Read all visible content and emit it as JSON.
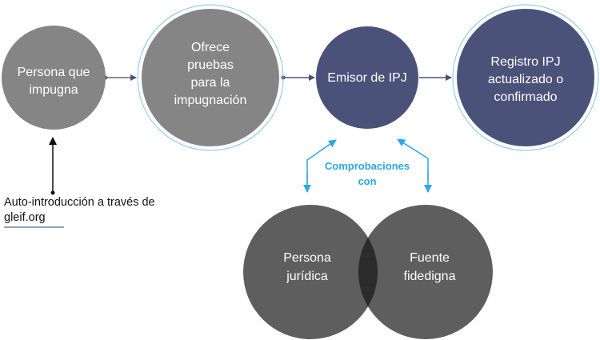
{
  "nodes": {
    "persona_impugna": [
      "Persona que",
      "impugna"
    ],
    "ofrece_pruebas": [
      "Ofrece",
      "pruebas",
      "para la",
      "impugnación"
    ],
    "emisor": [
      "Emisor de IPJ"
    ],
    "registro": [
      "Registro IPJ",
      "actualizado o",
      "confirmado"
    ],
    "persona_juridica": [
      "Persona",
      "jurídica"
    ],
    "fuente": [
      "Fuente",
      "fidedigna"
    ]
  },
  "comprobaciones": [
    "Comprobaciones",
    "con"
  ],
  "auto_intro": [
    "Auto-introducción a través de",
    "gleif.org"
  ],
  "colors": {
    "gray": "#858585",
    "navy": "#4a527a",
    "dark": "#5e5e5e",
    "accent": "#29a8e8"
  }
}
